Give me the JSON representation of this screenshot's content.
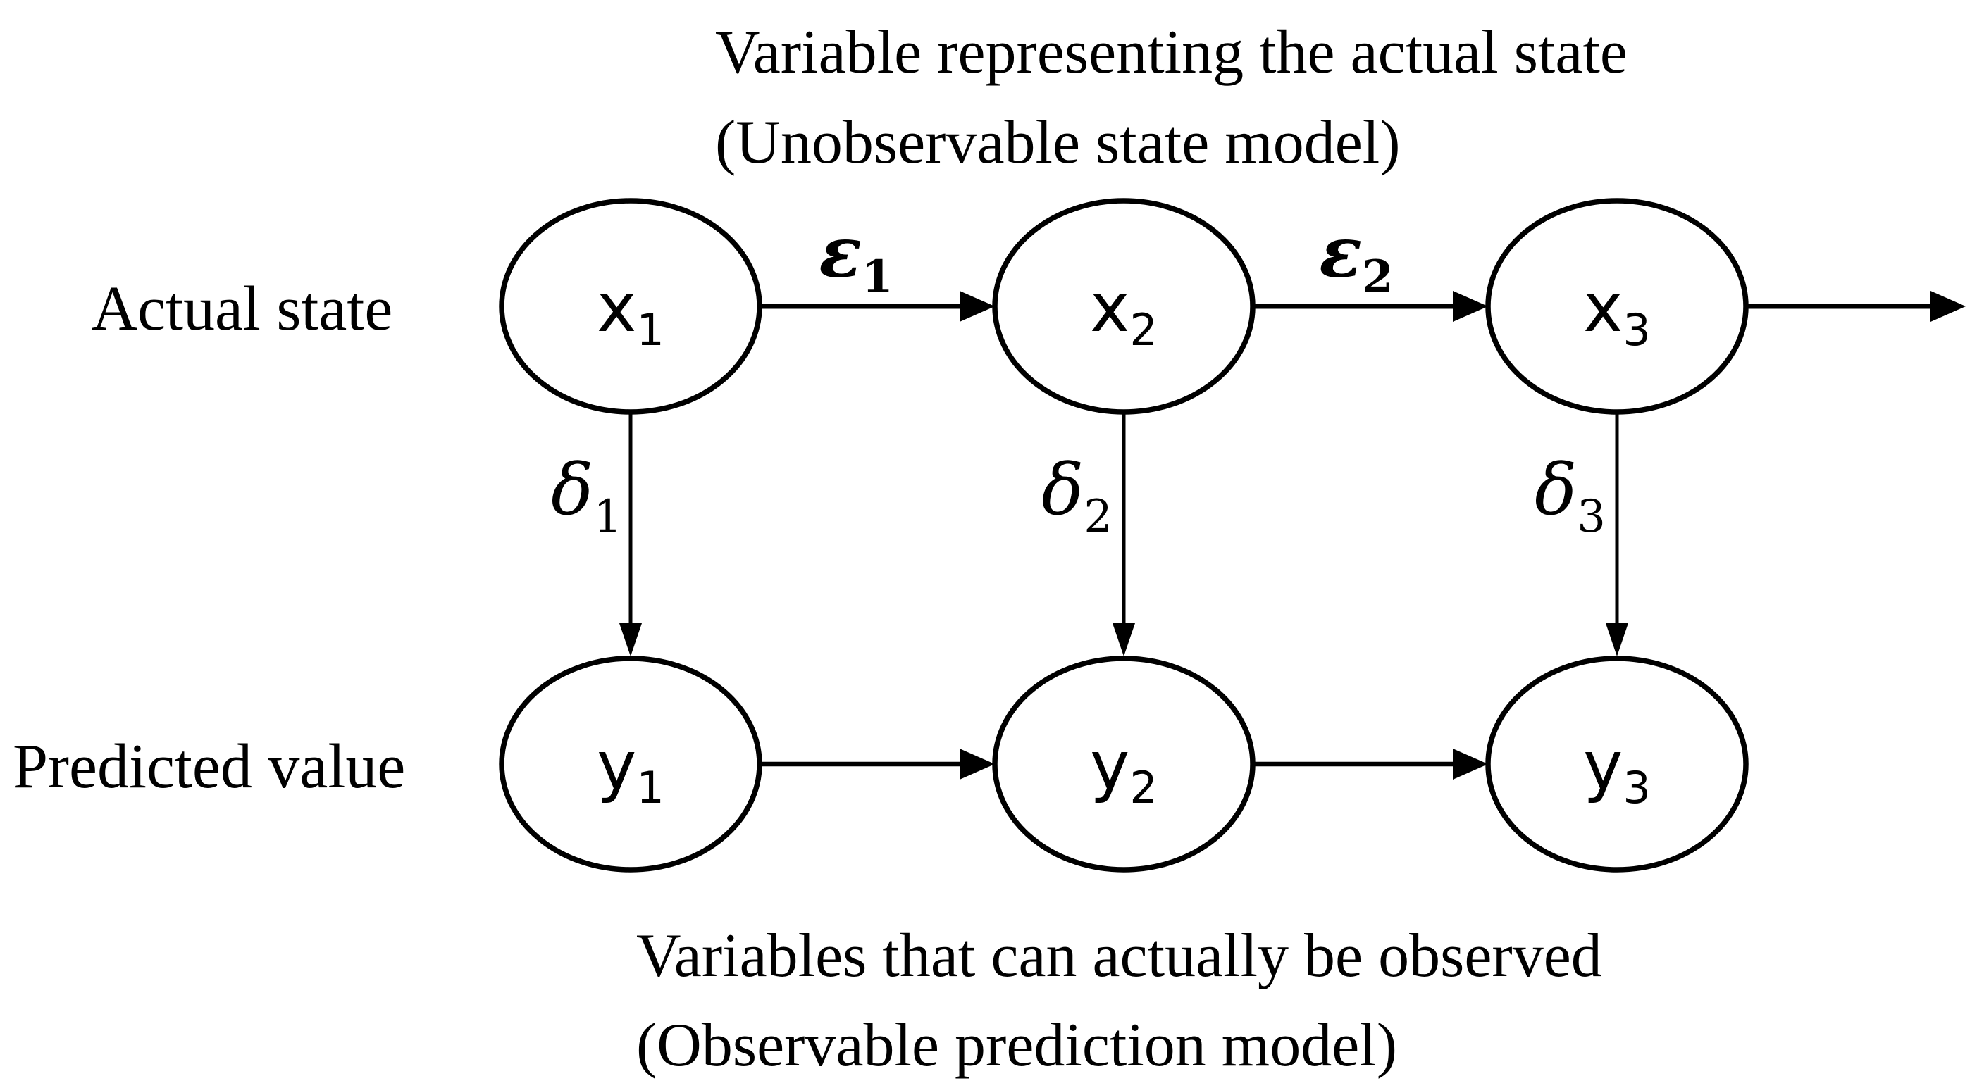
{
  "diagram_type": "state-space-model",
  "colors": {
    "ink": "#000000",
    "background": "#ffffff"
  },
  "captions": {
    "top": {
      "line1": "Variable representing the actual state",
      "line2": "(Unobservable state model)"
    },
    "bottom": {
      "line1": "Variables that can actually be observed",
      "line2": "(Observable prediction model)"
    }
  },
  "row_labels": {
    "actual": "Actual state",
    "predicted": "Predicted value"
  },
  "nodes": {
    "x1": {
      "base": "x",
      "sub": "1"
    },
    "x2": {
      "base": "x",
      "sub": "2"
    },
    "x3": {
      "base": "x",
      "sub": "3"
    },
    "y1": {
      "base": "y",
      "sub": "1"
    },
    "y2": {
      "base": "y",
      "sub": "2"
    },
    "y3": {
      "base": "y",
      "sub": "3"
    }
  },
  "edge_labels": {
    "epsilon1": {
      "base": "ε",
      "sub": "1"
    },
    "epsilon2": {
      "base": "ε",
      "sub": "2"
    },
    "delta1": {
      "base": "δ",
      "sub": "1"
    },
    "delta2": {
      "base": "δ",
      "sub": "2"
    },
    "delta3": {
      "base": "δ",
      "sub": "3"
    }
  }
}
